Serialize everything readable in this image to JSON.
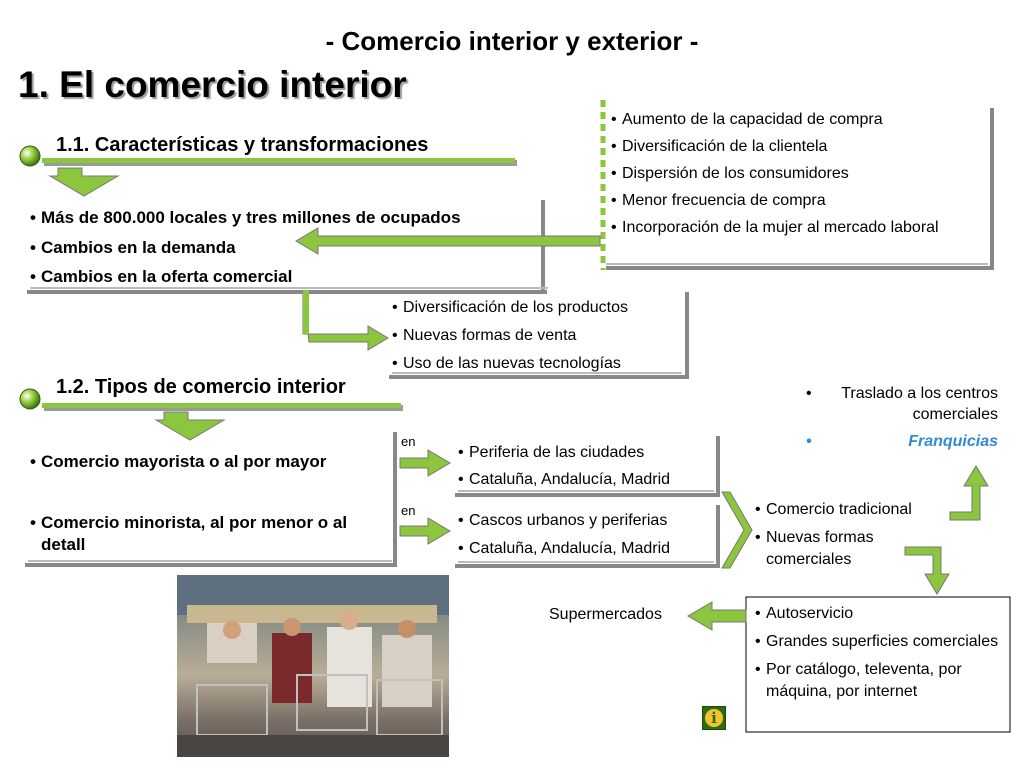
{
  "header": {
    "subtitle": "- Comercio interior y exterior -",
    "title": "1. El comercio interior"
  },
  "section1": {
    "title": "1.1. Características y transformaciones",
    "main_items": [
      "Más de 800.000 locales y tres millones de ocupados",
      "Cambios en la demanda",
      "Cambios en la oferta comercial"
    ],
    "demand_items": [
      "Aumento de la capacidad de compra",
      "Diversificación de la clientela",
      "Dispersión de los consumidores",
      "Menor frecuencia de compra",
      "Incorporación de la mujer al mercado laboral"
    ],
    "supply_items": [
      "Diversificación de los productos",
      "Nuevas formas de venta",
      "Uso de las nuevas tecnologías"
    ]
  },
  "section2": {
    "title": "1.2. Tipos de comercio interior",
    "wholesale": "Comercio mayorista o al por mayor",
    "retail": "Comercio minorista, al por menor o al detall",
    "connector_word": "en",
    "wholesale_places": [
      "Periferia de las ciudades",
      "Cataluña, Andalucía, Madrid"
    ],
    "retail_places": [
      "Cascos urbanos y periferias",
      "Cataluña, Andalucía, Madrid"
    ],
    "retail_forms": [
      "Comercio tradicional",
      "Nuevas formas comerciales"
    ],
    "traditional_trends": [
      "Traslado a los centros comerciales"
    ],
    "traditional_highlight": "Franquicias",
    "new_forms": [
      "Autoservicio",
      "Grandes superficies comerciales",
      "Por catálogo, televenta, por máquina, por internet"
    ],
    "supermarkets": "Supermercados"
  },
  "info_button": {
    "glyph": "i"
  },
  "colors": {
    "accent_green": "#8cc63f",
    "highlight_blue": "#2e8bd8",
    "dark_green": "#2e6b12"
  }
}
